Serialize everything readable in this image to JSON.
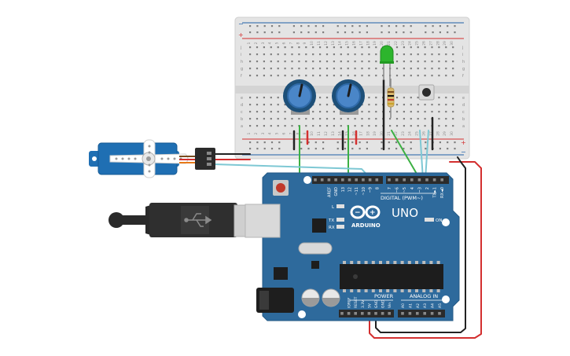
{
  "colors": {
    "background": "#ffffff",
    "breadboard": "#e4e4e4",
    "breadboard_hole": "#7f7f7f",
    "rail_red": "#d32f2f",
    "rail_blue": "#1f5fa8",
    "arduino_board": "#2e6a9c",
    "arduino_dark": "#1d4f78",
    "header": "#2b2b2b",
    "servo_body": "#1f6fb3",
    "servo_horn": "#ffffff",
    "pot_knob": "#4a86c8",
    "led_green": "#2db52d",
    "resistor": "#d9b86c",
    "wire_red": "#d32f2f",
    "wire_black": "#222222",
    "wire_green": "#3cb043",
    "wire_cyan": "#7ec8d4",
    "usb_cable": "#2a2a2a",
    "usb_plug": "#cfcfcf"
  },
  "breadboard": {
    "rail_plus": "+",
    "rail_minus": "−",
    "rows_top": [
      "j",
      "i",
      "h",
      "g",
      "f"
    ],
    "rows_bottom": [
      "e",
      "d",
      "c",
      "b",
      "a"
    ],
    "column_numbers": [
      "1",
      "2",
      "3",
      "4",
      "5",
      "6",
      "7",
      "8",
      "9",
      "10",
      "11",
      "12",
      "13",
      "14",
      "15",
      "16",
      "17",
      "18",
      "19",
      "20",
      "21",
      "22",
      "23",
      "24",
      "25",
      "26",
      "27",
      "28",
      "29",
      "30"
    ]
  },
  "arduino": {
    "brand_text": "ARDUINO",
    "model_text": "UNO",
    "digital_label": "DIGITAL (PWM~)",
    "power_label": "POWER",
    "analog_label": "ANALOG IN",
    "on_label": "ON",
    "tx_label": "TX",
    "rx_label": "RX",
    "l_label": "L",
    "digital_pins": [
      "AREF",
      "GND",
      "13",
      "12",
      "~11",
      "~10",
      "~9",
      "8",
      "7",
      "~6",
      "~5",
      "4",
      "~3",
      "2",
      "TX►1",
      "RX◄0"
    ],
    "power_pins": [
      "IOREF",
      "RESET",
      "3.3V",
      "5V",
      "GND",
      "GND",
      "Vin"
    ],
    "analog_pins": [
      "A0",
      "A1",
      "A2",
      "A3",
      "A4",
      "A5"
    ]
  },
  "components": {
    "servo_icon": "servo-motor-icon",
    "potentiometer_icon": "potentiometer-icon",
    "led_icon": "green-led-icon",
    "resistor_icon": "resistor-icon",
    "button_icon": "pushbutton-icon",
    "usb_icon": "usb-icon"
  }
}
